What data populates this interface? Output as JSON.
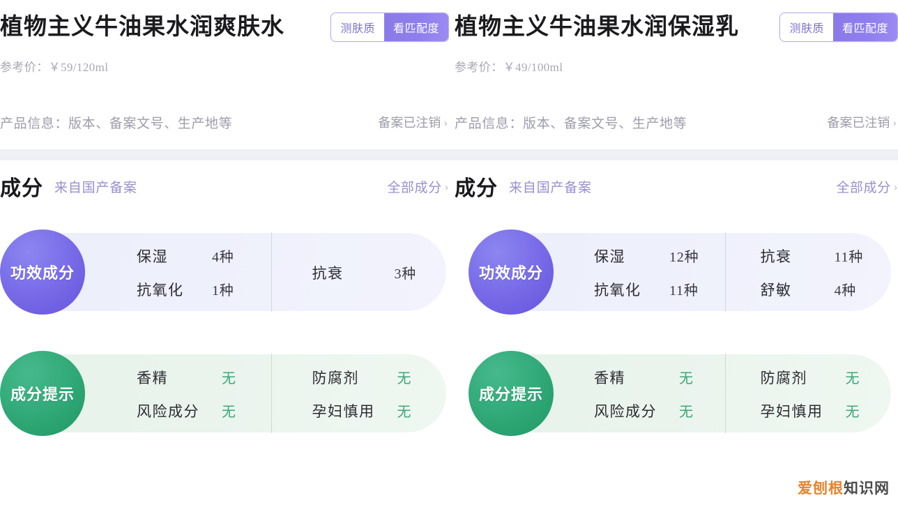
{
  "watermark": {
    "orange": "爱刨根",
    "gray": "知识网"
  },
  "panels": [
    {
      "id": "left",
      "title": "植物主义牛油果水润爽肤水",
      "tabs": {
        "inactive": "测肤质",
        "active": "看匹配度"
      },
      "price": "参考价：￥59/120ml",
      "info": {
        "label": "产品信息：版本、备案文号、生产地等",
        "status": "备案已注销",
        "chevron": "›"
      },
      "ingredients": {
        "title": "成分",
        "subtitle": "来自国产备案",
        "all_link": "全部成分",
        "chevron": "›"
      },
      "efficacy_card": {
        "badge": "功效成分",
        "col1": [
          {
            "key": "保湿",
            "value": "4种"
          },
          {
            "key": "抗氧化",
            "value": "1种"
          }
        ],
        "col2": [
          {
            "key": "抗衰",
            "value": "3种"
          }
        ]
      },
      "tips_card": {
        "badge": "成分提示",
        "col1": [
          {
            "key": "香精",
            "value": "无"
          },
          {
            "key": "风险成分",
            "value": "无"
          }
        ],
        "col2": [
          {
            "key": "防腐剂",
            "value": "无"
          },
          {
            "key": "孕妇慎用",
            "value": "无"
          }
        ]
      }
    },
    {
      "id": "right",
      "title": "植物主义牛油果水润保湿乳",
      "tabs": {
        "inactive": "测肤质",
        "active": "看匹配度"
      },
      "price": "参考价：￥49/100ml",
      "info": {
        "label": "产品信息：版本、备案文号、生产地等",
        "status": "备案已注销",
        "chevron": "›"
      },
      "ingredients": {
        "title": "成分",
        "subtitle": "来自国产备案",
        "all_link": "全部成分",
        "chevron": "›"
      },
      "efficacy_card": {
        "badge": "功效成分",
        "col1": [
          {
            "key": "保湿",
            "value": "12种"
          },
          {
            "key": "抗氧化",
            "value": "11种"
          }
        ],
        "col2": [
          {
            "key": "抗衰",
            "value": "11种"
          },
          {
            "key": "舒敏",
            "value": "4种"
          }
        ]
      },
      "tips_card": {
        "badge": "成分提示",
        "col1": [
          {
            "key": "香精",
            "value": "无"
          },
          {
            "key": "风险成分",
            "value": "无"
          }
        ],
        "col2": [
          {
            "key": "防腐剂",
            "value": "无"
          },
          {
            "key": "孕妇慎用",
            "value": "无"
          }
        ]
      }
    }
  ]
}
